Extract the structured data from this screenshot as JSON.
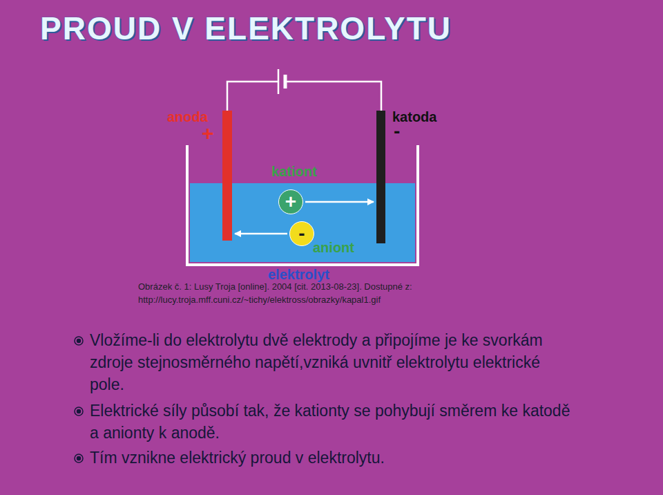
{
  "diagram": {
    "title": "PROUD V ELEKTROLYTU",
    "caption": "Obrázek č. 1: Lusy Troja [online]. 2004 [cit. 2013-08-23]. Dostupné z: http://lucy.troja.mff.cuni.cz/~tichy/elektross/obrazky/kapal1.gif",
    "nodes": [
      {
        "text": [
          "anoda",
          "+"
        ]
      },
      {
        "text": [
          "katoda",
          "-"
        ]
      },
      {
        "text": [
          "kationt",
          "+"
        ]
      },
      {
        "text": [
          "-",
          "aniont"
        ]
      }
    ],
    "edges": [
      {
        "from": 2,
        "to": 1,
        "arrow": "to"
      },
      {
        "from": 3,
        "to": 0,
        "arrow": "to"
      }
    ],
    "labels": [
      "elektrolyt",
      "Vložíme-li do elektrolytu dvě elektrody a připojíme je ke svorkám zdroje stejnosměrného napětí,vzniká uvnitř elektrolytu elektrické pole.",
      "Elektrické síly působí tak, že kationty se pohybují směrem ke katodě a anionty k anodě.",
      "Tím vznikne elektrický proud v elektrolytu."
    ]
  }
}
